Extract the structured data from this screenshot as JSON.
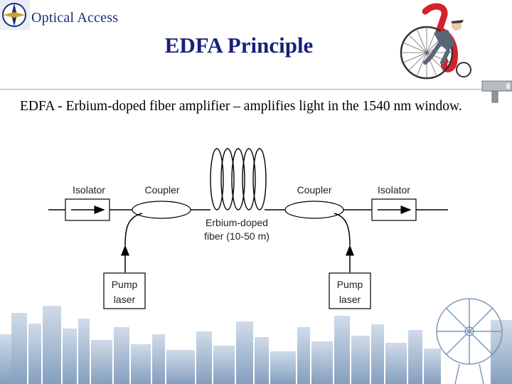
{
  "brand": {
    "name": "Optical Access"
  },
  "slide": {
    "title": "EDFA Principle",
    "body": "EDFA - Erbium-doped fiber amplifier – amplifies light in the 1540 nm window."
  },
  "diagram": {
    "isolator_left": "Isolator",
    "coupler_left": "Coupler",
    "coupler_right": "Coupler",
    "isolator_right": "Isolator",
    "fiber_line1": "Erbium-doped",
    "fiber_line2": "fiber (10-50 m)",
    "pump_left_line1": "Pump",
    "pump_left_line2": "laser",
    "pump_right_line1": "Pump",
    "pump_right_line2": "laser"
  },
  "colors": {
    "title": "#18207a",
    "brand_text": "#1f2a7a",
    "skyline": "#6f8fb3",
    "mascot_accent": "#d6202a"
  },
  "icons": [
    "compass-logo-icon",
    "cyclist-mascot-icon",
    "city-skyline-icon",
    "corner-device-icon"
  ]
}
